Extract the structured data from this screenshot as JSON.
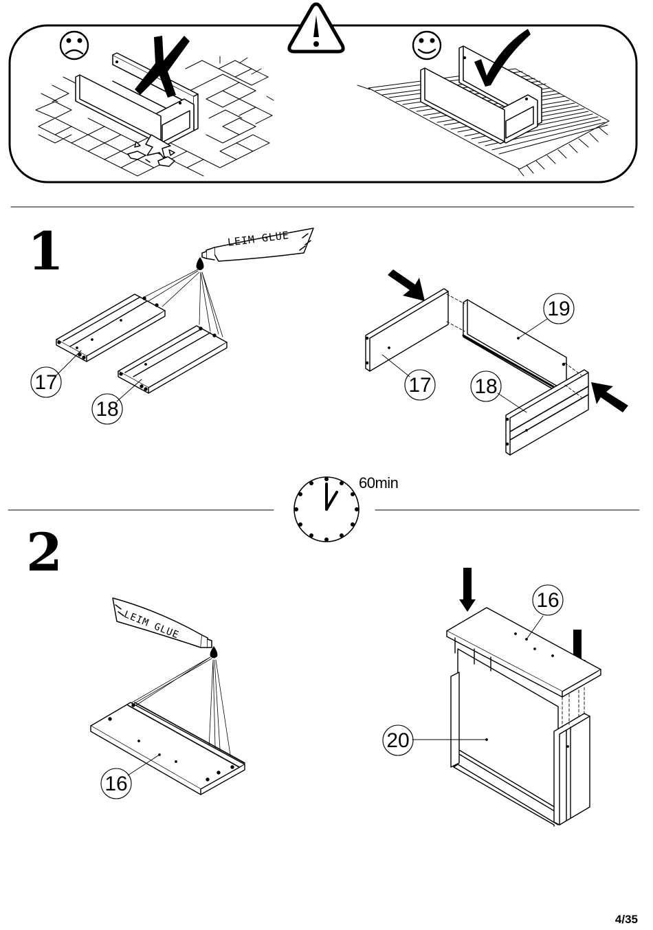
{
  "steps": [
    {
      "number": "1"
    },
    {
      "number": "2"
    }
  ],
  "warning": {
    "icon_top": "warning-triangle-icon",
    "bad_icon": "sad-face-icon",
    "bad_mark": "cross-mark-icon",
    "good_icon": "smiley-face-icon",
    "good_mark": "check-mark-icon"
  },
  "glue_label": "LEIM GLUE",
  "step1": {
    "parts_a": [
      "17",
      "18"
    ],
    "parts_b": [
      "19",
      "17",
      "18"
    ]
  },
  "timer": {
    "label": "60min",
    "icon": "clock-icon"
  },
  "step2": {
    "parts_a": [
      "16"
    ],
    "parts_b": [
      "16",
      "20"
    ]
  },
  "page_number": "4/35"
}
